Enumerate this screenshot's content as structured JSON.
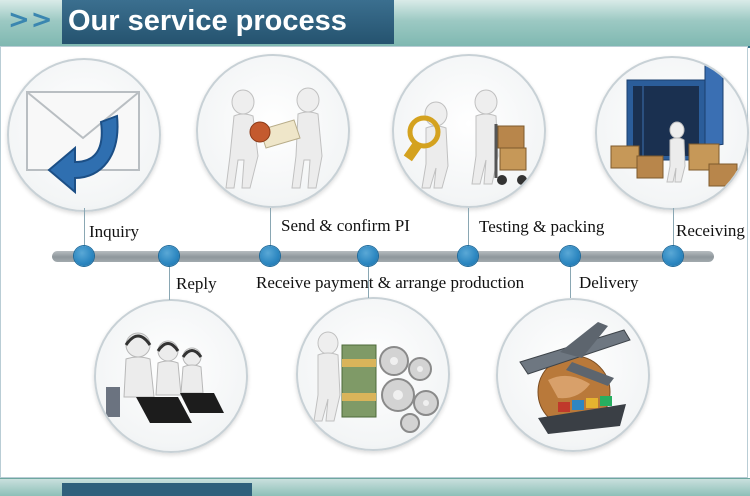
{
  "header": {
    "arrows": ">>",
    "title": "Our service process"
  },
  "steps": [
    {
      "label": "Inquiry",
      "icon": "envelope-reply-icon"
    },
    {
      "label": "Reply",
      "icon": "call-center-icon"
    },
    {
      "label": "Send & confirm PI",
      "icon": "handshake-document-icon"
    },
    {
      "label": "Receive payment & arrange production",
      "icon": "money-gears-icon"
    },
    {
      "label": "Testing & packing",
      "icon": "inspection-packing-icon"
    },
    {
      "label": "Delivery",
      "icon": "airplane-ship-globe-icon"
    },
    {
      "label": "Receiving",
      "icon": "container-boxes-icon"
    }
  ],
  "colors": {
    "accent": "#2b86c0",
    "title_bg": "#25536f",
    "header_band": "#8ec2bb",
    "timeline": "#9aa3a8",
    "envelope_arrow": "#2f6fb0"
  }
}
